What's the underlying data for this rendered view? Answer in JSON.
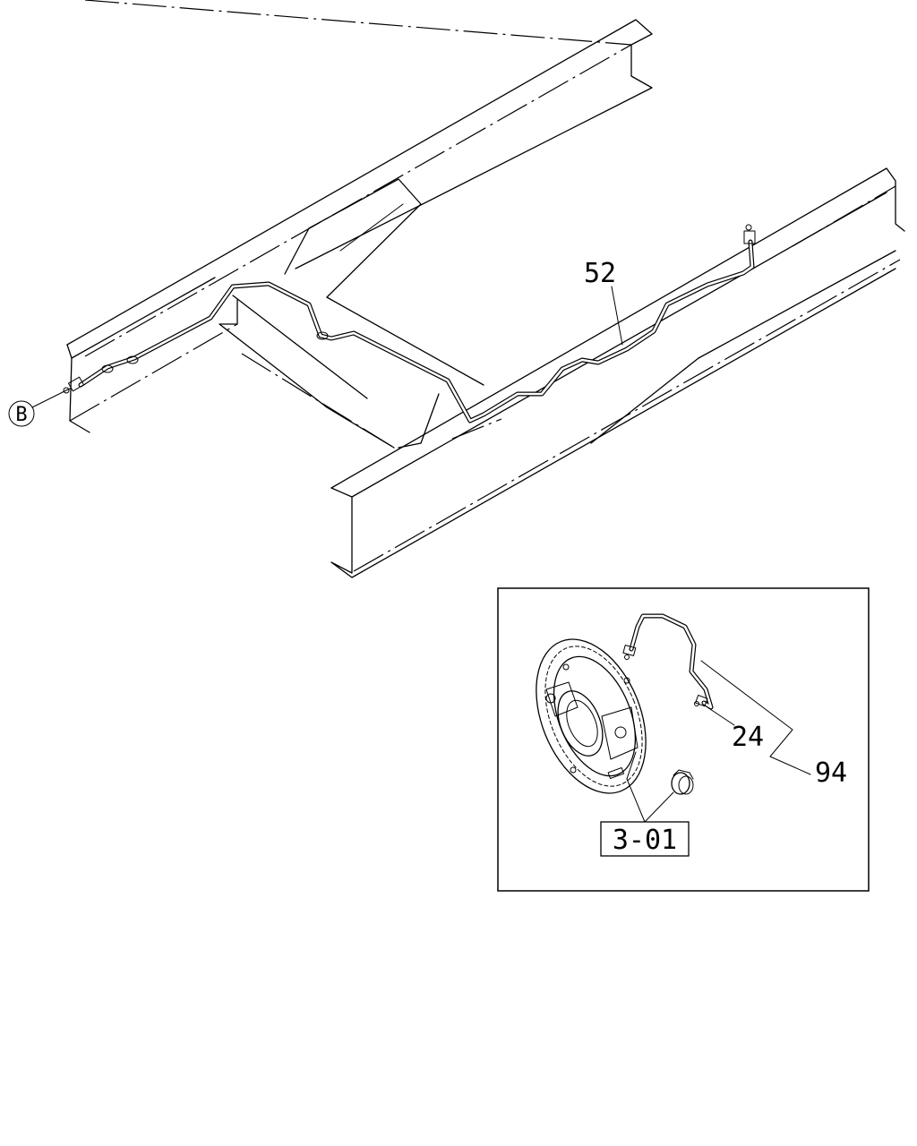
{
  "callouts": {
    "brake_pipe": "52",
    "view_ref": "B",
    "flare_nut": "24",
    "pipe_assembly": "94",
    "backing_plate_ref": "3-01"
  }
}
